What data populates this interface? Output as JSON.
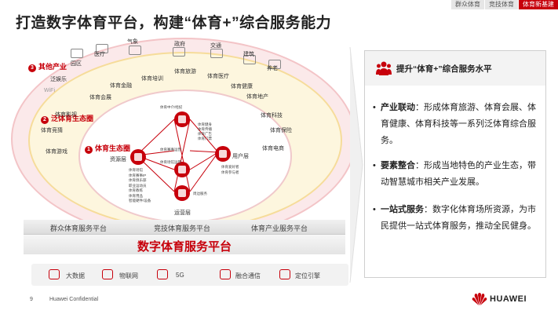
{
  "tabs": [
    "群众体育",
    "竞技体育",
    "体育新基建"
  ],
  "title": "打造数字体育平台，构建“体育+”综合服务能力",
  "rings": [
    {
      "num": "3",
      "label": "其他产业"
    },
    {
      "num": "2",
      "label": "泛体育生态圈"
    },
    {
      "num": "1",
      "label": "体育生态圈"
    }
  ],
  "outer_items": [
    "园区",
    "医疗",
    "气象",
    "政府",
    "交通",
    "建筑",
    "养老",
    "泛娱乐",
    "WiFi"
  ],
  "middle_items": [
    "体育培训",
    "体育旅游",
    "体育医疗",
    "体育金融",
    "体育健康",
    "体育会展",
    "体育地产",
    "体育影视",
    "体育科技",
    "体育竞猜",
    "体育保险",
    "体育游戏",
    "体育电商"
  ],
  "inner": {
    "resource": "资源层",
    "user": "用户层",
    "ops": "运营层",
    "resource_list": [
      "体育场馆",
      "体育赛事IP",
      "体育俱乐部",
      "职业运动员",
      "体育教练",
      "体育用品",
      "智能硬件/设备"
    ],
    "center_labels": [
      "体育中介/经纪",
      "体育赛事运营",
      "体育场馆运营",
      "周边服务"
    ],
    "flow_labels": [
      "体育健身",
      "体育传播",
      "体育广告",
      "体育门票"
    ],
    "user_list": [
      "体育爱好者",
      "体育参与者"
    ]
  },
  "layers": [
    "群众体育服务平台",
    "竞技体育服务平台",
    "体育产业服务平台"
  ],
  "platform_title": "数字体育服务平台",
  "tech": [
    "大数据",
    "物联网",
    "5G",
    "融合通信",
    "定位引擎"
  ],
  "panel": {
    "title": "提升“体育+”综合服务水平",
    "bullets": [
      {
        "head": "产业联动",
        "text": "：形成体育旅游、体育会展、体育健康、体育科技等一系列泛体育综合服务。"
      },
      {
        "head": "要素整合",
        "text": "：形成当地特色的产业生态，带动智慧城市相关产业发展。"
      },
      {
        "head": "一站式服务",
        "text": "：数字化体育场所资源，为市民提供一站式体育服务，推动全民健身。"
      }
    ]
  },
  "page_number": "9",
  "confidential": "Huawei Confidential",
  "brand": "HUAWEI",
  "colors": {
    "accent": "#c7000b",
    "outer_ring": "#fbe9ea",
    "middle_ring": "#fdf6de"
  }
}
